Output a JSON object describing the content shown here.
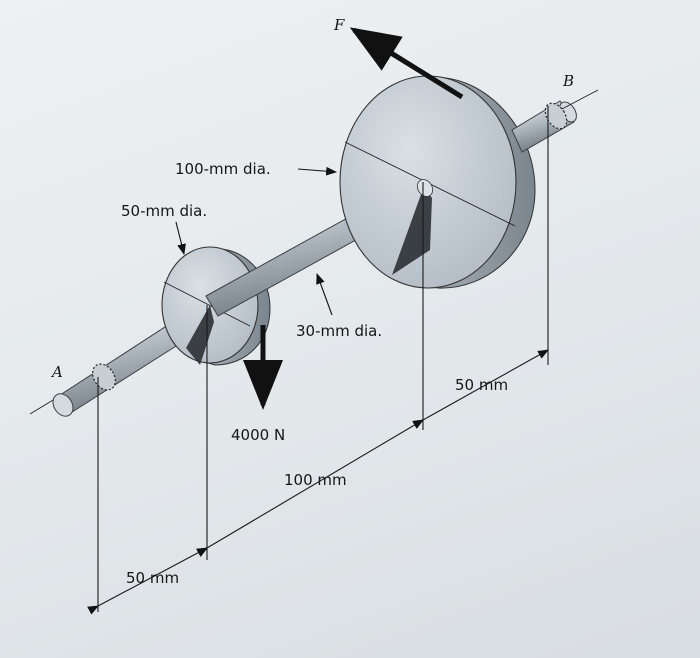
{
  "labels": {
    "force_f": "F",
    "point_a": "A",
    "point_b": "B",
    "dia_100": "100-mm dia.",
    "dia_50": "50-mm dia.",
    "dia_30": "30-mm dia.",
    "load_4000": "4000 N",
    "dim_50_left": "50 mm",
    "dim_100": "100 mm",
    "dim_50_right": "50 mm"
  },
  "colors": {
    "shaft_light": "#c9d0d6",
    "shaft_dark": "#6f7981",
    "pulley_face": "#c3ccd3",
    "ink": "#161616"
  },
  "icons": {
    "force_arrow": "arrow",
    "load_arrow": "arrow-down",
    "bearing": "bearing-ring"
  }
}
